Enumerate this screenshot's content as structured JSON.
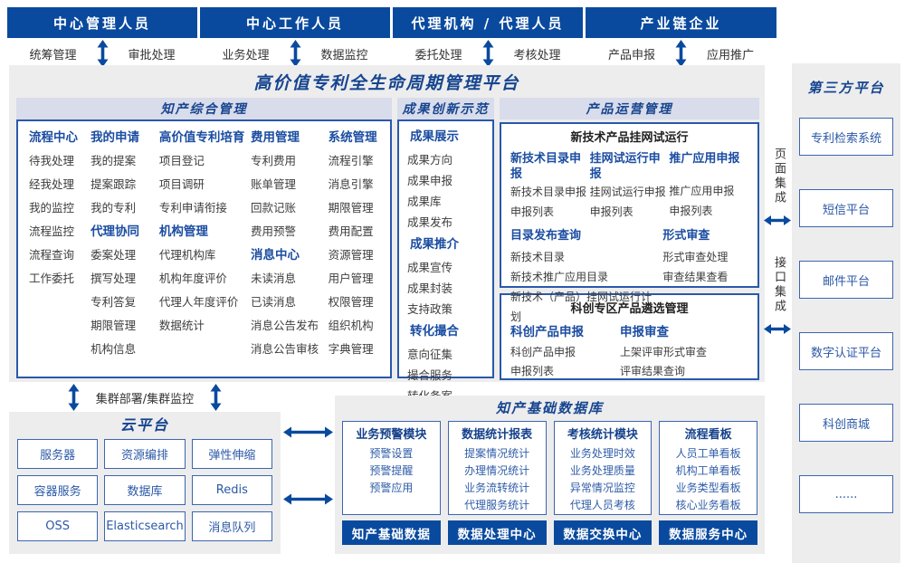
{
  "roles": [
    {
      "title": "中心管理人员",
      "left_label": "统筹管理",
      "right_label": "审批处理"
    },
    {
      "title": "中心工作人员",
      "left_label": "业务处理",
      "right_label": "数据监控"
    },
    {
      "title": "代理机构 / 代理人员",
      "left_label": "委托处理",
      "right_label": "考核处理"
    },
    {
      "title": "产业链企业",
      "left_label": "产品申报",
      "right_label": "应用推广"
    }
  ],
  "platform": {
    "title": "高价值专利全生命周期管理平台"
  },
  "ip_management": {
    "header": "知产综合管理",
    "columns": [
      {
        "groups": [
          {
            "title": "流程中心",
            "items": [
              "待我处理",
              "经我处理",
              "我的监控",
              "流程监控",
              "流程查询",
              "工作委托"
            ]
          }
        ]
      },
      {
        "groups": [
          {
            "title": "我的申请",
            "items": [
              "我的提案",
              "提案跟踪",
              "我的专利"
            ]
          },
          {
            "title": "代理协同",
            "items": [
              "委案处理",
              "撰写处理",
              "专利答复",
              "期限管理",
              "机构信息"
            ]
          }
        ]
      },
      {
        "groups": [
          {
            "title": "高价值专利培育",
            "items": [
              "项目登记",
              "项目调研",
              "专利申请衔接"
            ]
          },
          {
            "title": "机构管理",
            "items": [
              "代理机构库",
              "机构年度评价",
              "代理人年度评价",
              "数据统计"
            ]
          }
        ]
      },
      {
        "groups": [
          {
            "title": "费用管理",
            "items": [
              "专利费用",
              "账单管理",
              "回款记账",
              "费用预警"
            ]
          },
          {
            "title": "消息中心",
            "items": [
              "未读消息",
              "已读消息",
              "消息公告发布",
              "消息公告审核"
            ]
          }
        ]
      },
      {
        "groups": [
          {
            "title": "系统管理",
            "items": [
              "流程引擎",
              "消息引擎",
              "期限管理",
              "费用配置",
              "资源管理",
              "用户管理",
              "权限管理",
              "组织机构",
              "字典管理"
            ]
          }
        ]
      }
    ]
  },
  "achievement": {
    "header": "成果创新示范",
    "groups": [
      {
        "title": "成果展示",
        "items": [
          "成果方向",
          "成果申报",
          "成果库",
          "成果发布"
        ]
      },
      {
        "title": "成果推介",
        "items": [
          "成果宣传",
          "成果封装",
          "支持政策"
        ]
      },
      {
        "title": "转化撮合",
        "items": [
          "意向征集",
          "撮合服务",
          "转化备案"
        ]
      }
    ]
  },
  "product_ops": {
    "header": "产品运营管理",
    "trial_box": {
      "title": "新技术产品挂网试运行",
      "groups": [
        {
          "title": "新技术目录申报",
          "items": [
            "新技术目录申报",
            "申报列表"
          ]
        },
        {
          "title": "挂网试运行申报",
          "items": [
            "挂网试运行申报",
            "申报列表"
          ]
        },
        {
          "title": "推广应用申报",
          "items": [
            "推广应用申报",
            "申报列表"
          ]
        }
      ],
      "bottom_groups": [
        {
          "title": "目录发布查询",
          "items": [
            "新技术目录",
            "新技术推广应用目录",
            "新技术（产品）挂网试运行计划"
          ]
        },
        {
          "title": "形式审查",
          "items": [
            "形式审查处理",
            "审查结果查看"
          ]
        }
      ]
    },
    "selection_box": {
      "title": "科创专区产品遴选管理",
      "groups": [
        {
          "title": "科创产品申报",
          "items": [
            "科创产品申报",
            "申报列表"
          ]
        },
        {
          "title": "申报审查",
          "items": [
            "上架评审形式审查",
            "评审结果查询"
          ]
        }
      ]
    }
  },
  "cluster_label": "集群部署/集群监控",
  "cloud": {
    "title": "云平台",
    "services": [
      "服务器",
      "资源编排",
      "弹性伸缩",
      "容器服务",
      "数据库",
      "Redis",
      "OSS",
      "Elasticsearch",
      "消息队列"
    ]
  },
  "data_base": {
    "title": "知产基础数据库",
    "columns": [
      {
        "header": "业务预警模块",
        "items": [
          "预警设置",
          "预警提醒",
          "预警应用"
        ],
        "footer": "知产基础数据"
      },
      {
        "header": "数据统计报表",
        "items": [
          "提案情况统计",
          "办理情况统计",
          "业务流转统计",
          "代理服务统计"
        ],
        "footer": "数据处理中心"
      },
      {
        "header": "考核统计模块",
        "items": [
          "业务处理时效",
          "业务处理质量",
          "异常情况监控",
          "代理人员考核"
        ],
        "footer": "数据交换中心"
      },
      {
        "header": "流程看板",
        "items": [
          "人员工单看板",
          "机构工单看板",
          "业务类型看板",
          "核心业务看板"
        ],
        "footer": "数据服务中心"
      }
    ]
  },
  "third_party": {
    "title": "第三方平台",
    "systems": [
      "专利检索系统",
      "短信平台",
      "邮件平台",
      "数字认证平台",
      "科创商城",
      "......"
    ]
  },
  "integration": {
    "page": "页面集成",
    "api": "接口集成"
  },
  "colors": {
    "primary": "#0a4a9e",
    "header_text": "#16458f",
    "group_title": "#1b4da1",
    "item_text": "#3d3d3d",
    "box_text": "#2b58a7",
    "bar_bg": "#d9dcea",
    "panel_bg": "#ededee"
  }
}
